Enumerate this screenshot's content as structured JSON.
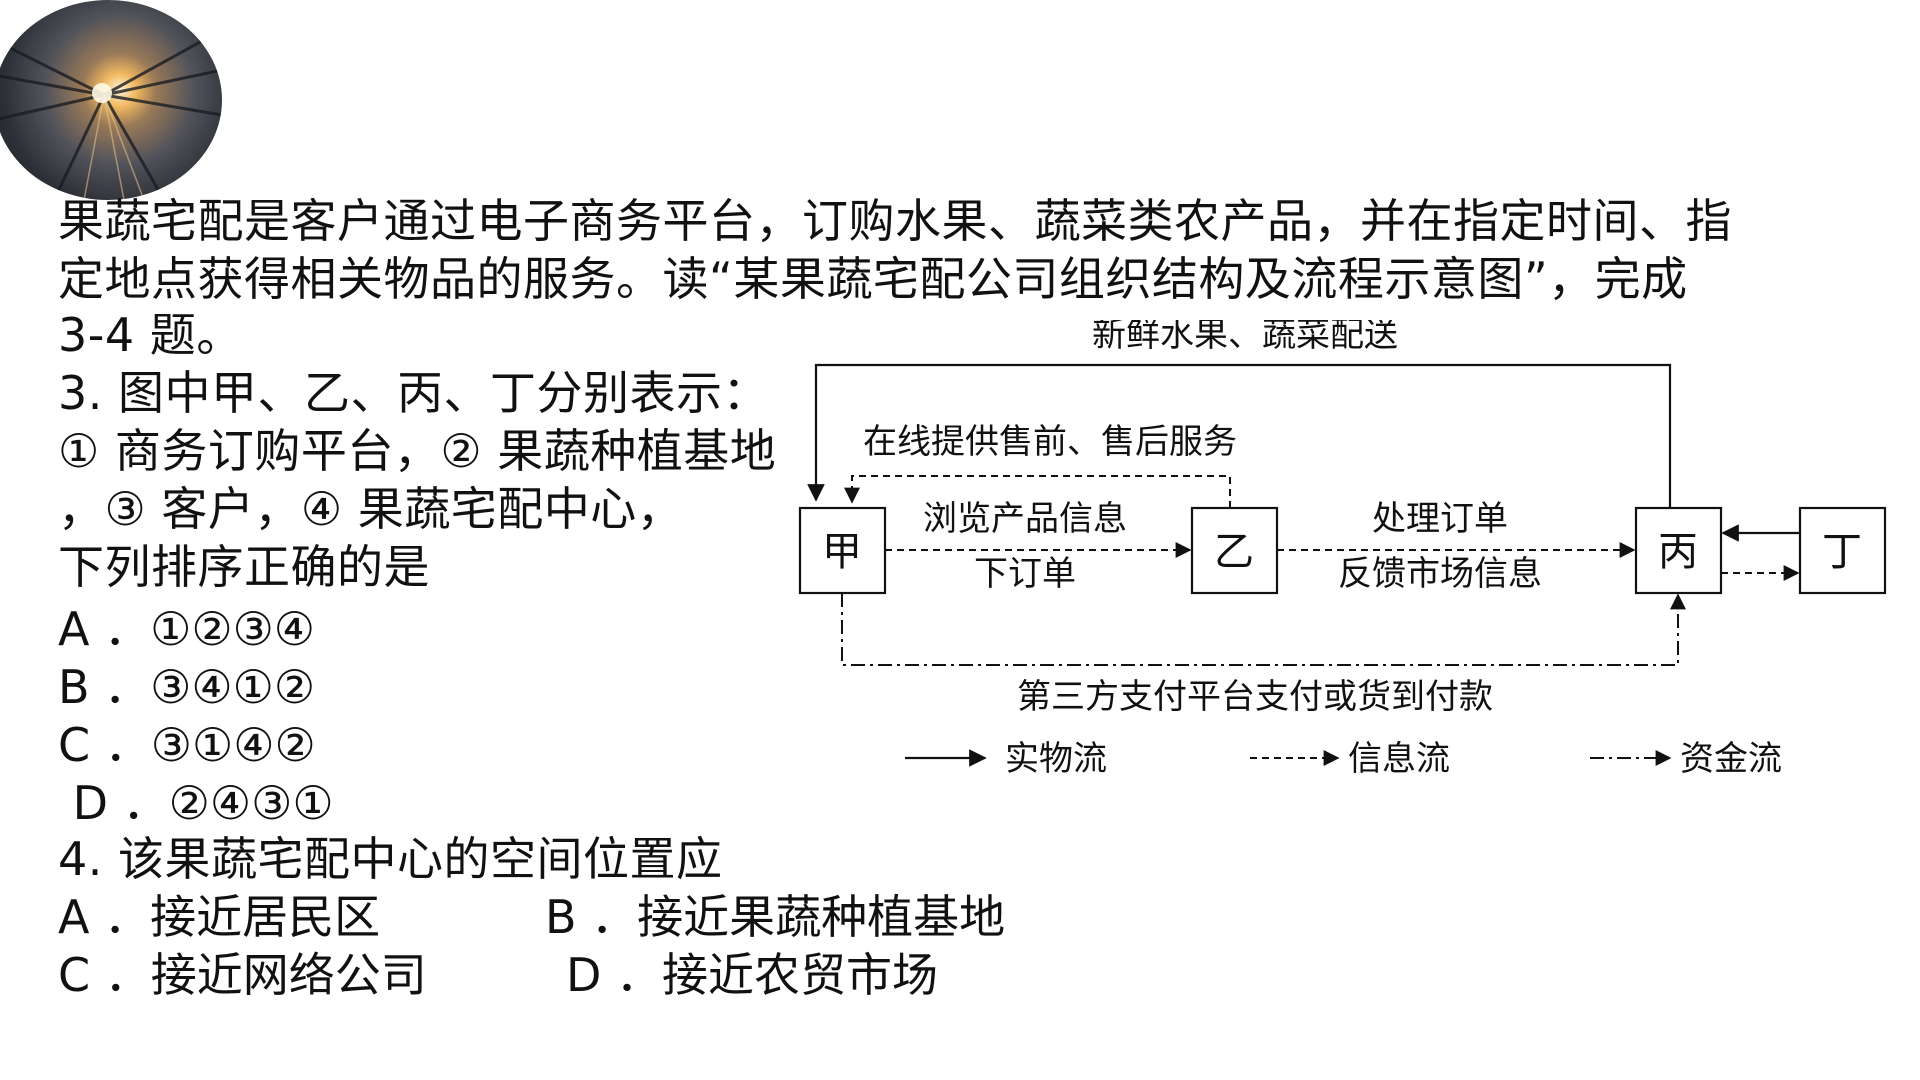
{
  "intro": {
    "line1": "果蔬宅配是客户通过电子商务平台，订购水果、蔬菜类农产品，并在指定时间、指",
    "line2": "定地点获得相关物品的服务。读“某果蔬宅配公司组织结构及流程示意图”，完成",
    "line3": "3-4 题。"
  },
  "q3": {
    "stem1": "3. 图中甲、乙、丙、丁分别表示：",
    "stem2": "① 商务订购平台，② 果蔬种植基地",
    "stem3": "，③ 客户，④ 果蔬宅配中心，",
    "stem4": "下列排序正确的是",
    "options": [
      "A ．①②③④",
      "B ．③④①②",
      "C ．③①④②",
      " D ．②④③①"
    ]
  },
  "q4": {
    "stem": "4. 该果蔬宅配中心的空间位置应",
    "optA": "A ．接近居民区",
    "optB": "B ．接近果蔬种植基地",
    "optC": "C ．接近网络公司",
    "optD": "D ．接近农贸市场"
  },
  "diagram": {
    "nodes": [
      "甲",
      "乙",
      "丙",
      "丁"
    ],
    "top_label": "新鲜水果、蔬菜配送",
    "service_label": "在线提供售前、售后服务",
    "browse_label": "浏览产品信息",
    "order_label": "下订单",
    "process_label": "处理订单",
    "feedback_label": "反馈市场信息",
    "payment_label": "第三方支付平台支付或货到付款",
    "legend": {
      "physical": "实物流",
      "information": "信息流",
      "capital": "资金流"
    }
  }
}
